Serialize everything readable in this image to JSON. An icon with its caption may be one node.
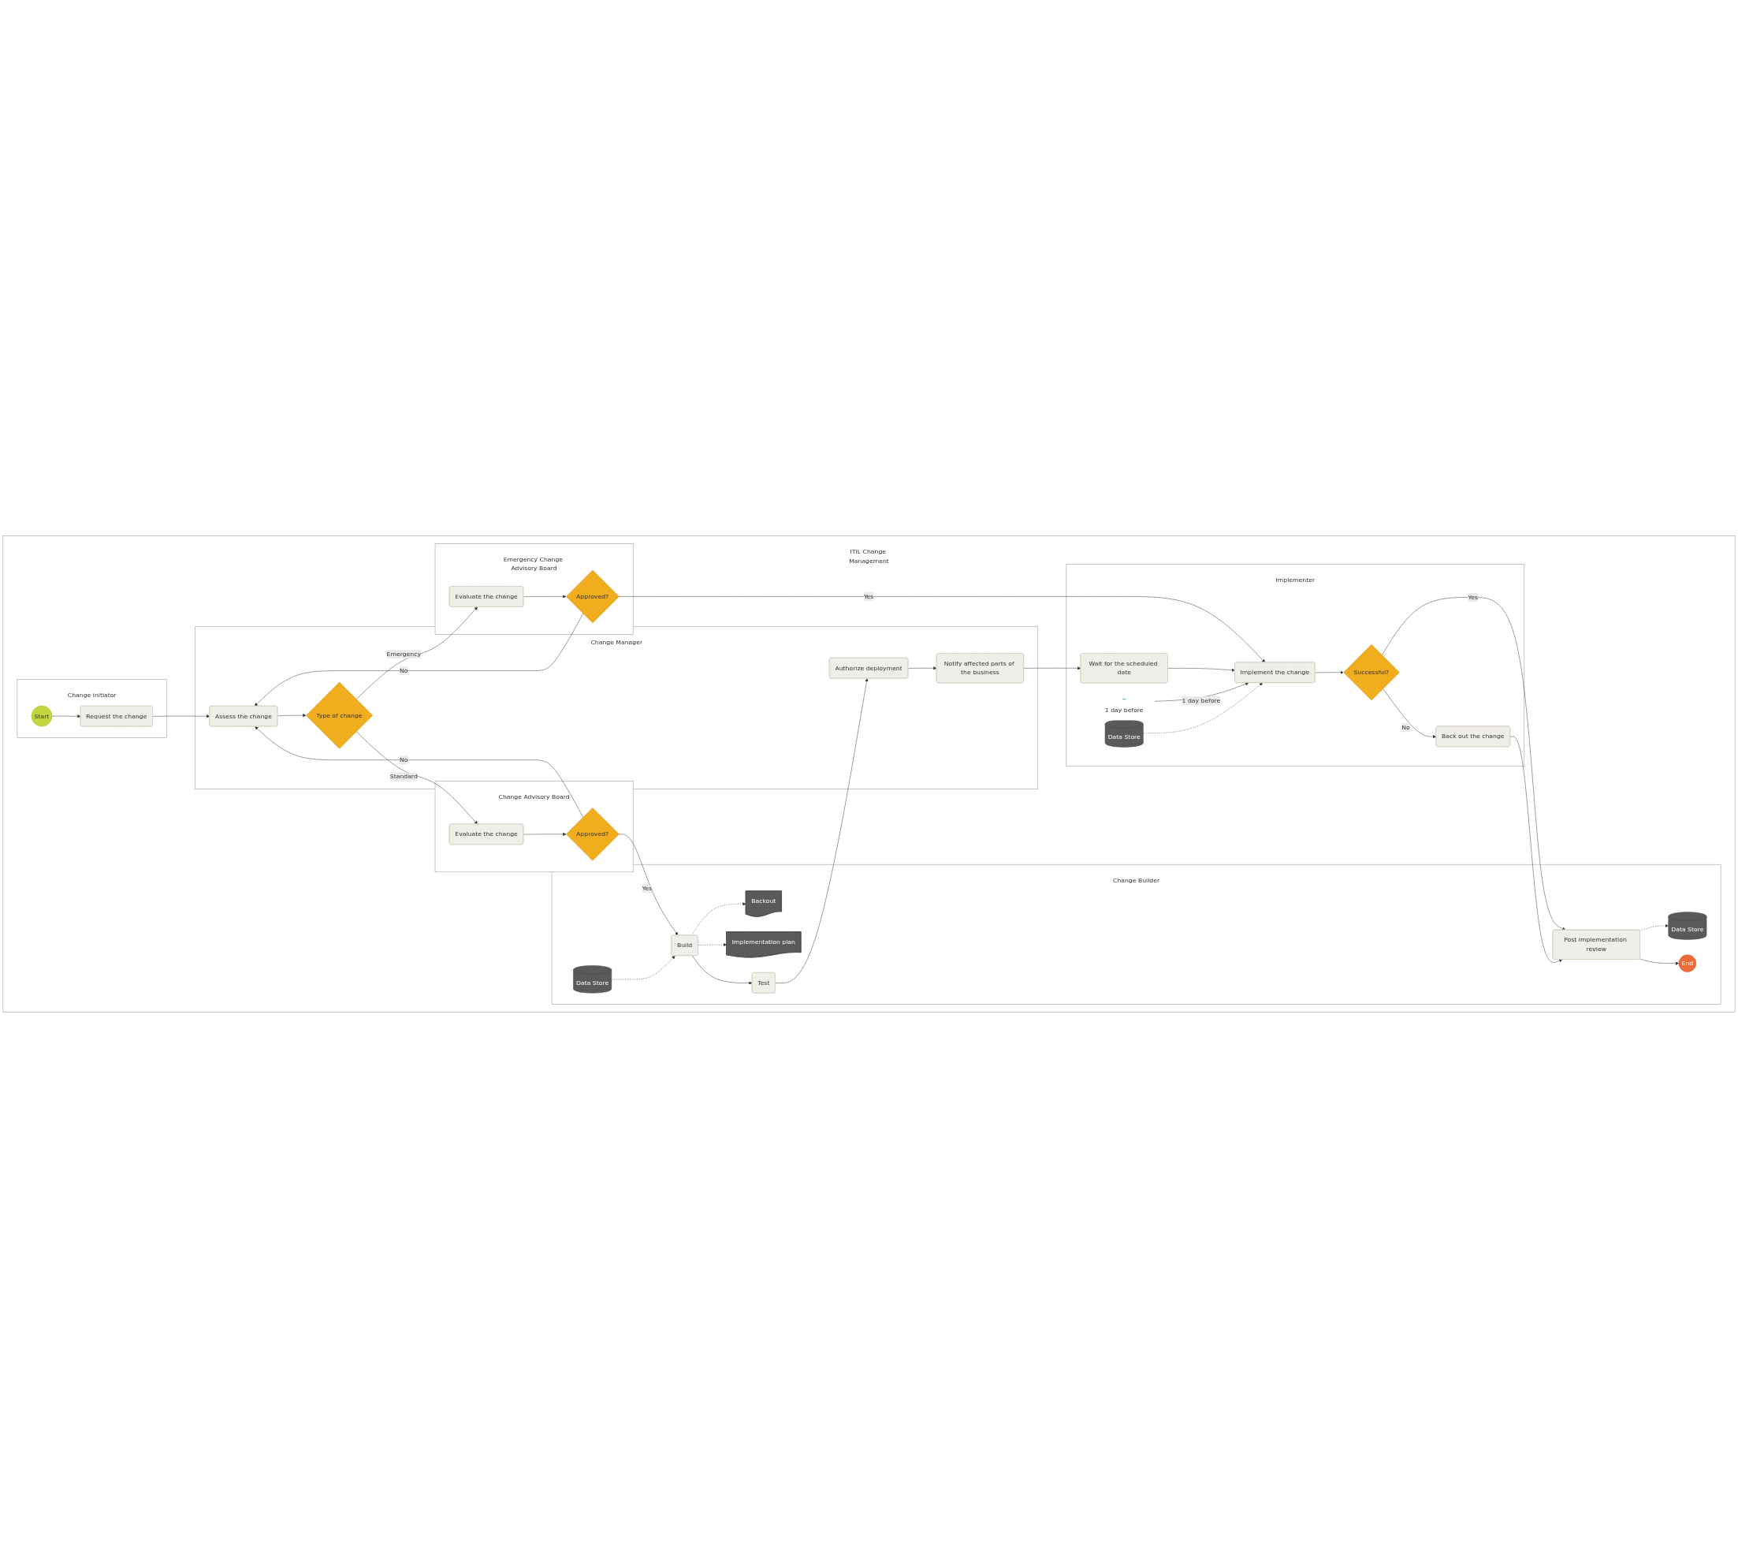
{
  "diagram": {
    "nodes": [
      {
        "text": [
          "ITIL Change Management"
        ]
      },
      {
        "text": [
          "Change initiator"
        ],
        "in": 0
      },
      {
        "text": [
          "Emergency Change Advisory Board"
        ],
        "in": 0
      },
      {
        "text": [
          "Change Advisory Board"
        ],
        "in": 0
      },
      {
        "text": [
          "Change Manager"
        ],
        "in": 0
      },
      {
        "text": [
          "Change Builder"
        ],
        "in": 0
      },
      {
        "text": [
          "Implementer"
        ],
        "in": 0
      },
      {
        "text": [
          "Start"
        ],
        "in": 1
      },
      {
        "text": [
          "Request the change"
        ],
        "in": 1
      },
      {
        "text": [
          "Evaluate the change"
        ],
        "in": 2
      },
      {
        "text": [
          "Approved?"
        ],
        "in": 2
      },
      {
        "text": [
          "Evaluate the change"
        ],
        "in": 3
      },
      {
        "text": [
          "Approved?"
        ],
        "in": 3
      },
      {
        "text": [
          "Assess the change"
        ],
        "in": 4
      },
      {
        "text": [
          "Type of change"
        ],
        "in": 4
      },
      {
        "text": [
          "Authorize deployment"
        ],
        "in": 4
      },
      {
        "text": [
          "Notify affected parts of the business"
        ],
        "in": 4
      },
      {
        "text": [
          "Data Store"
        ],
        "in": 5
      },
      {
        "text": [
          "Build"
        ],
        "in": 5
      },
      {
        "text": [
          "Test"
        ],
        "in": 5
      },
      {
        "text": [
          "Backout"
        ],
        "in": 5
      },
      {
        "text": [
          "Implementation plan"
        ],
        "in": 5
      },
      {
        "text": [
          "Data Store"
        ],
        "in": 5
      },
      {
        "text": [
          "Post implementation review"
        ],
        "in": 5
      },
      {
        "text": [
          "End"
        ],
        "in": 5
      },
      {
        "text": [
          "Wait for the scheduled date"
        ],
        "in": 6
      },
      {
        "text": [],
        "shape": "circle",
        "beside": [
          "1 day before"
        ],
        "in": 6
      },
      {
        "text": [
          "Implement the change"
        ],
        "in": 6
      },
      {
        "text": [
          "Successful?"
        ],
        "in": 6
      },
      {
        "text": [
          "Back out the change"
        ],
        "in": 6
      },
      {
        "text": [
          "Data Store"
        ],
        "in": 6
      }
    ],
    "edges": [
      {
        "from": 7,
        "to": 8,
        "arrow": "to"
      },
      {
        "from": 8,
        "to": 13,
        "arrow": "to"
      },
      {
        "from": 13,
        "to": 14,
        "arrow": "to"
      },
      {
        "from": 14,
        "to": 11,
        "arrow": "to",
        "label": "Standard"
      },
      {
        "from": 14,
        "to": 9,
        "arrow": "to",
        "label": "Emergency"
      },
      {
        "from": 9,
        "to": 10,
        "arrow": "to"
      },
      {
        "from": 11,
        "to": 12,
        "arrow": "to"
      },
      {
        "from": 10,
        "to": 13,
        "arrow": "to",
        "label": "No"
      },
      {
        "from": 12,
        "to": 13,
        "arrow": "to",
        "label": "No"
      },
      {
        "from": 12,
        "to": 18,
        "arrow": "to",
        "label": "Yes"
      },
      {
        "from": 10,
        "to": 27,
        "arrow": "to",
        "label": "Yes"
      },
      {
        "from": 17,
        "to": 18,
        "arrow": "to",
        "style": "dashed"
      },
      {
        "from": 18,
        "to": 20,
        "arrow": "to",
        "style": "dashed"
      },
      {
        "from": 18,
        "to": 21,
        "arrow": "to",
        "style": "dashed"
      },
      {
        "from": 18,
        "to": 19,
        "arrow": "to"
      },
      {
        "from": 19,
        "to": 15,
        "arrow": "to"
      },
      {
        "from": 15,
        "to": 16,
        "arrow": "to"
      },
      {
        "from": 16,
        "to": 25,
        "arrow": "to"
      },
      {
        "from": 25,
        "to": 27,
        "arrow": "to"
      },
      {
        "from": 26,
        "to": 27,
        "arrow": "to",
        "label": "1 day before"
      },
      {
        "from": 30,
        "to": 27,
        "arrow": "to",
        "style": "dashed"
      },
      {
        "from": 27,
        "to": 28,
        "arrow": "to"
      },
      {
        "from": 28,
        "to": 23,
        "arrow": "to",
        "label": "Yes"
      },
      {
        "from": 28,
        "to": 29,
        "arrow": "to",
        "label": "No"
      },
      {
        "from": 29,
        "to": 23,
        "arrow": "to"
      },
      {
        "from": 23,
        "to": 22,
        "arrow": "to",
        "style": "dashed"
      },
      {
        "from": 23,
        "to": 24,
        "arrow": "to"
      }
    ]
  }
}
